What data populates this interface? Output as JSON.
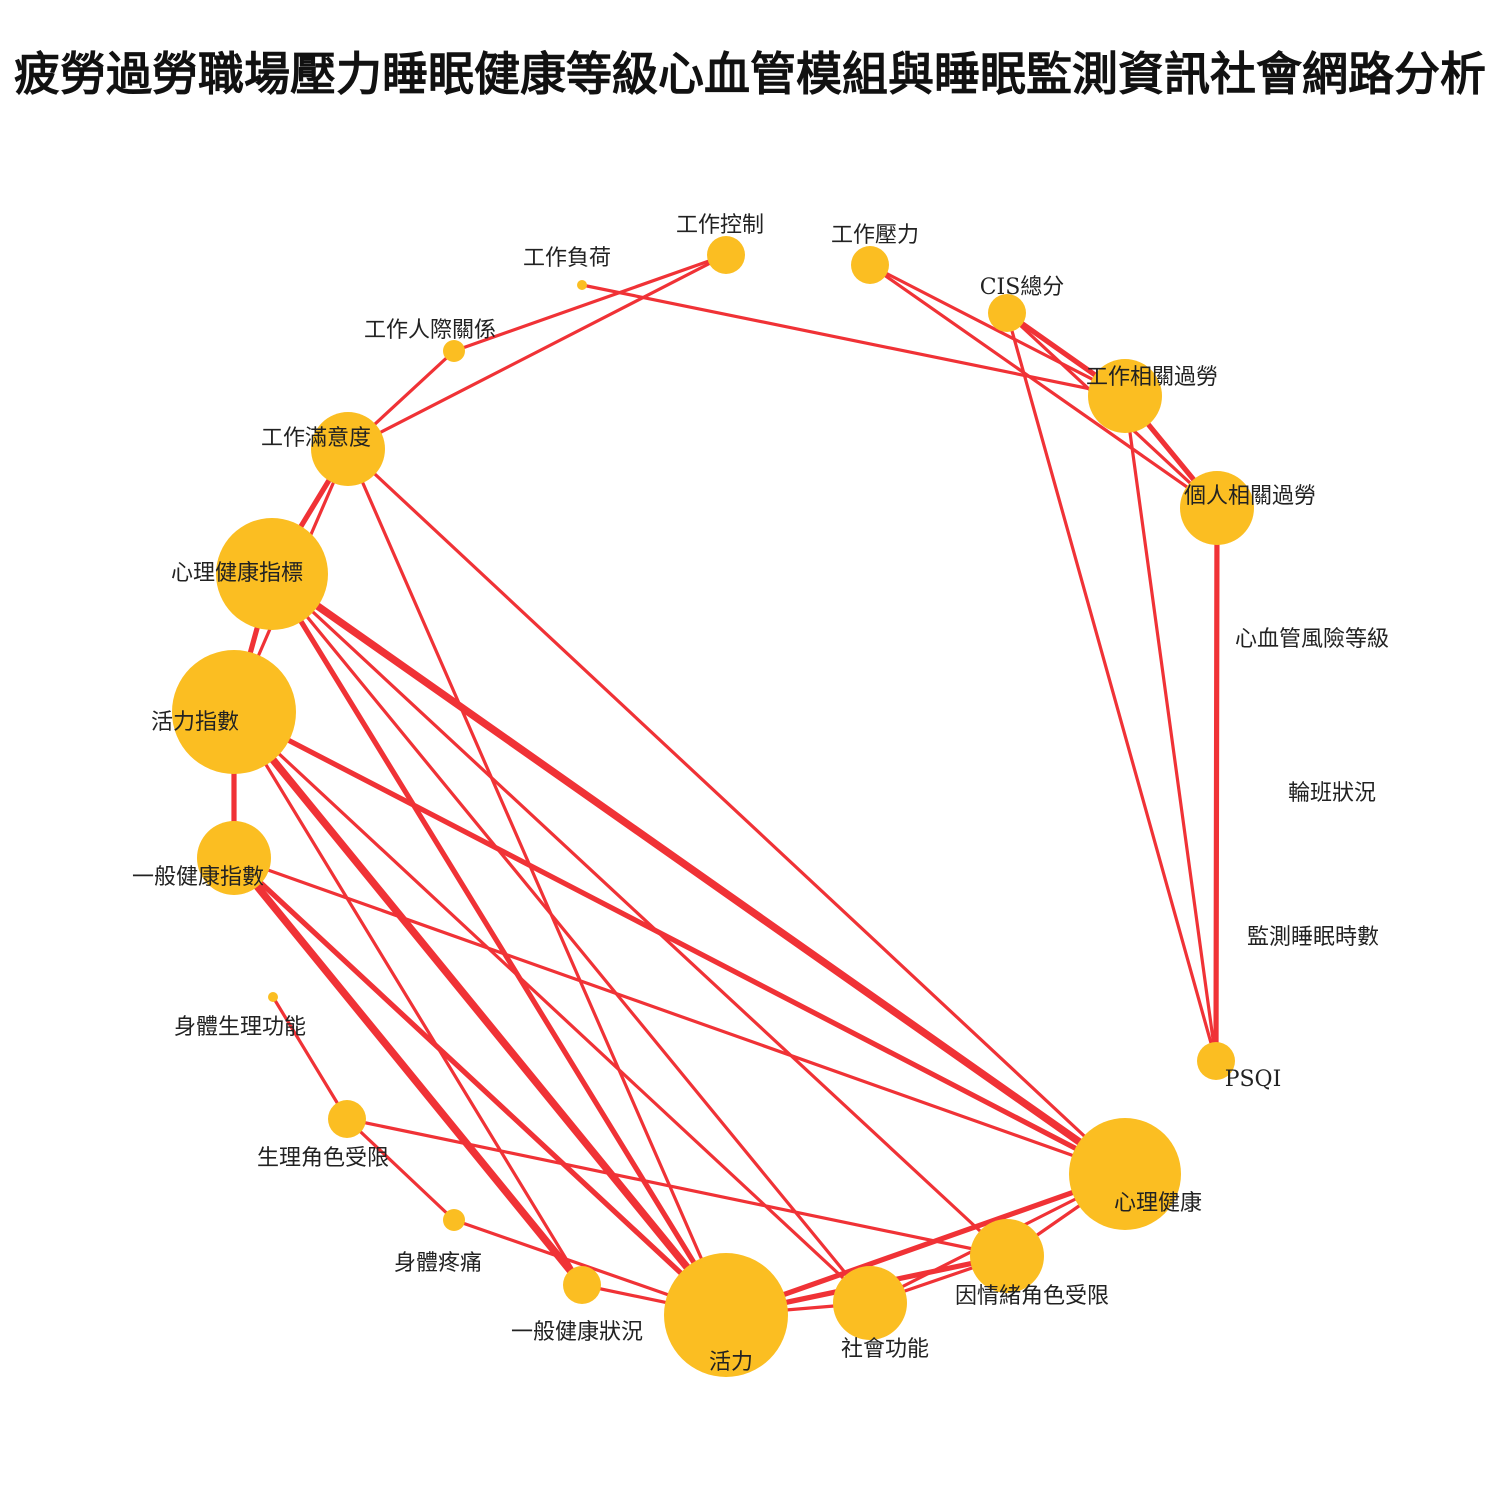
{
  "title": "疲勞過勞職場壓力睡眠健康等級心血管模組與睡眠監測資訊社會網路分析",
  "colors": {
    "node": "#FBBE22",
    "edge": "#F03236",
    "label": "#222222",
    "background": "#FFFFFF"
  },
  "nodes": [
    {
      "id": "job_control",
      "label": "工作控制",
      "size": "small"
    },
    {
      "id": "job_stress",
      "label": "工作壓力",
      "size": "small"
    },
    {
      "id": "cis",
      "label": "CIS總分",
      "size": "small"
    },
    {
      "id": "work_burnout",
      "label": "工作相關過勞",
      "size": "medium"
    },
    {
      "id": "personal_burnout",
      "label": "個人相關過勞",
      "size": "medium"
    },
    {
      "id": "cv_risk",
      "label": "心血管風險等級",
      "size": "none"
    },
    {
      "id": "shift",
      "label": "輪班狀況",
      "size": "none"
    },
    {
      "id": "sleep_hours",
      "label": "監測睡眠時數",
      "size": "none"
    },
    {
      "id": "psqi",
      "label": "PSQI",
      "size": "small"
    },
    {
      "id": "mental_health",
      "label": "心理健康",
      "size": "large"
    },
    {
      "id": "emotional_role",
      "label": "因情緒角色受限",
      "size": "medium"
    },
    {
      "id": "social_function",
      "label": "社會功能",
      "size": "medium"
    },
    {
      "id": "vitality",
      "label": "活力",
      "size": "xlarge"
    },
    {
      "id": "general_health",
      "label": "一般健康狀況",
      "size": "small"
    },
    {
      "id": "bodily_pain",
      "label": "身體疼痛",
      "size": "tiny"
    },
    {
      "id": "physical_role",
      "label": "生理角色受限",
      "size": "small"
    },
    {
      "id": "physical_function",
      "label": "身體生理功能",
      "size": "dot"
    },
    {
      "id": "general_health_index",
      "label": "一般健康指數",
      "size": "medium"
    },
    {
      "id": "vitality_index",
      "label": "活力指數",
      "size": "xlarge"
    },
    {
      "id": "mental_health_index",
      "label": "心理健康指標",
      "size": "large"
    },
    {
      "id": "job_satisfaction",
      "label": "工作滿意度",
      "size": "medium"
    },
    {
      "id": "job_relations",
      "label": "工作人際關係",
      "size": "tiny"
    },
    {
      "id": "job_demand",
      "label": "工作負荷",
      "size": "dot"
    }
  ],
  "edges": [
    {
      "source": "job_control",
      "target": "job_relations",
      "weight": 1
    },
    {
      "source": "job_control",
      "target": "job_satisfaction",
      "weight": 1
    },
    {
      "source": "job_relations",
      "target": "job_satisfaction",
      "weight": 1
    },
    {
      "source": "job_demand",
      "target": "work_burnout",
      "weight": 1
    },
    {
      "source": "job_stress",
      "target": "work_burnout",
      "weight": 1
    },
    {
      "source": "job_stress",
      "target": "personal_burnout",
      "weight": 1
    },
    {
      "source": "cis",
      "target": "work_burnout",
      "weight": 2
    },
    {
      "source": "cis",
      "target": "personal_burnout",
      "weight": 1
    },
    {
      "source": "cis",
      "target": "psqi",
      "weight": 1
    },
    {
      "source": "work_burnout",
      "target": "personal_burnout",
      "weight": 2
    },
    {
      "source": "work_burnout",
      "target": "psqi",
      "weight": 1
    },
    {
      "source": "personal_burnout",
      "target": "psqi",
      "weight": 2
    },
    {
      "source": "job_satisfaction",
      "target": "mental_health_index",
      "weight": 2
    },
    {
      "source": "job_satisfaction",
      "target": "vitality_index",
      "weight": 1
    },
    {
      "source": "job_satisfaction",
      "target": "mental_health",
      "weight": 1
    },
    {
      "source": "job_satisfaction",
      "target": "vitality",
      "weight": 1
    },
    {
      "source": "mental_health_index",
      "target": "vitality_index",
      "weight": 2
    },
    {
      "source": "mental_health_index",
      "target": "mental_health",
      "weight": 3
    },
    {
      "source": "mental_health_index",
      "target": "vitality",
      "weight": 2
    },
    {
      "source": "mental_health_index",
      "target": "emotional_role",
      "weight": 1
    },
    {
      "source": "mental_health_index",
      "target": "social_function",
      "weight": 1
    },
    {
      "source": "vitality_index",
      "target": "vitality",
      "weight": 3
    },
    {
      "source": "vitality_index",
      "target": "mental_health",
      "weight": 2
    },
    {
      "source": "vitality_index",
      "target": "general_health_index",
      "weight": 2
    },
    {
      "source": "vitality_index",
      "target": "general_health",
      "weight": 1
    },
    {
      "source": "vitality_index",
      "target": "social_function",
      "weight": 1
    },
    {
      "source": "general_health_index",
      "target": "general_health",
      "weight": 3
    },
    {
      "source": "general_health_index",
      "target": "vitality",
      "weight": 2
    },
    {
      "source": "general_health_index",
      "target": "mental_health",
      "weight": 1
    },
    {
      "source": "physical_function",
      "target": "physical_role",
      "weight": 1
    },
    {
      "source": "physical_role",
      "target": "bodily_pain",
      "weight": 1
    },
    {
      "source": "physical_role",
      "target": "emotional_role",
      "weight": 1
    },
    {
      "source": "bodily_pain",
      "target": "vitality",
      "weight": 1
    },
    {
      "source": "general_health",
      "target": "vitality",
      "weight": 1
    },
    {
      "source": "vitality",
      "target": "mental_health",
      "weight": 2
    },
    {
      "source": "vitality",
      "target": "emotional_role",
      "weight": 2
    },
    {
      "source": "vitality",
      "target": "social_function",
      "weight": 1
    },
    {
      "source": "social_function",
      "target": "mental_health",
      "weight": 1
    },
    {
      "source": "social_function",
      "target": "emotional_role",
      "weight": 1
    },
    {
      "source": "emotional_role",
      "target": "mental_health",
      "weight": 1
    }
  ]
}
